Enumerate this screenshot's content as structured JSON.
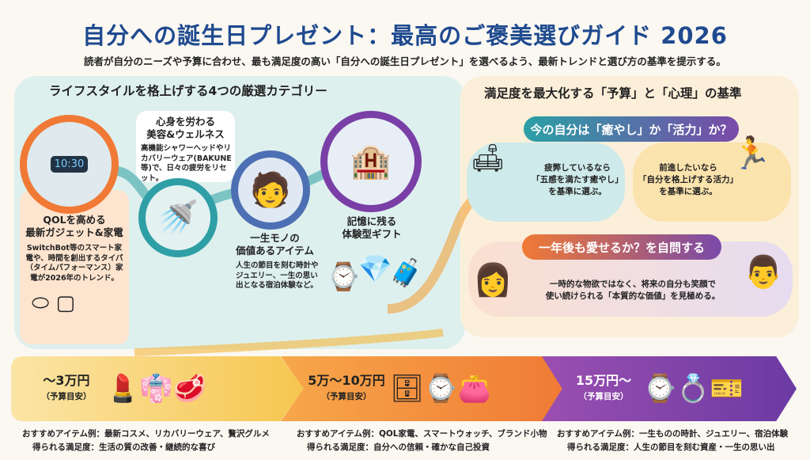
{
  "header": {
    "title": "自分への誕生日プレゼント：最高のご褒美選びガイド 2026",
    "subtitle": "読者が自分のニーズや予算に合わせ、最も満足度の高い「自分への誕生日プレゼント」を選べるよう、最新トレンドと選び方の基準を提示する。"
  },
  "left": {
    "heading": "ライフスタイルを格上げする4つの厳選カテゴリー",
    "categories": [
      {
        "title1": "QOLを高める",
        "title2": "最新ガジェット&家電",
        "desc": "SwitchBot等のスマート家電や、時間を創出するタイパ（タイムパフォーマンス）家電が2026年のトレンド。",
        "icon": "smart-home-gadgets-icon",
        "clock_text": "10:30"
      },
      {
        "title1": "心身を労わる",
        "title2": "美容&ウェルネス",
        "desc": "高機能シャワーヘッドやリカバリーウェア(BAKUNE等)で、日々の疲労をリセット。",
        "icon": "shower-icon"
      },
      {
        "title1": "一生モノの",
        "title2": "価値あるアイテム",
        "desc": "人生の節目を刻む時計やジュエリー、一生の思い出となる宿泊体験など。",
        "icon": "person-shower-icon"
      },
      {
        "title1": "記憶に残る",
        "title2": "体験型ギフト",
        "icon": "hotel-room-icon"
      }
    ]
  },
  "right": {
    "heading": "満足度を最大化する「予算」と「心理」の基準",
    "q1": {
      "pill": "今の自分は「癒やし」か「活力」か？",
      "left": [
        "疲弊しているなら",
        "「五感を満たす癒やし」",
        "を基準に選ぶ。"
      ],
      "right": [
        "前進したいなら",
        "「自分を格上げする活力」",
        "を基準に選ぶ。"
      ]
    },
    "q2": {
      "pill": "一年後も愛せるか？を自問する",
      "text": [
        "一時的な物欲ではなく、将来の自分も笑顔で",
        "使い続けられる「本質的な価値」を見極める。"
      ]
    }
  },
  "tiers": [
    {
      "price": "〜3万円",
      "sub": "（予算目安）",
      "items": "おすすめアイテム例：最新コスメ、リカバリーウェア、贅沢グルメ",
      "satisfaction": "得られる満足度：生活の質の改善・継続的な喜び",
      "color": "#f6c64f"
    },
    {
      "price": "5万〜10万円",
      "sub": "（予算目安）",
      "items": "おすすめアイテム例：QOL家電、スマートウォッチ、ブランド小物",
      "satisfaction": "得られる満足度：自分への信頼・確かな自己投資",
      "color": "#f28a3a"
    },
    {
      "price": "15万円〜",
      "sub": "（予算目安）",
      "items": "おすすめアイテム例：一生ものの時計、ジュエリー、宿泊体験",
      "satisfaction": "得られる満足度：人生の節目を刻む資産・一生の思い出",
      "color": "#7b3fa8"
    }
  ]
}
